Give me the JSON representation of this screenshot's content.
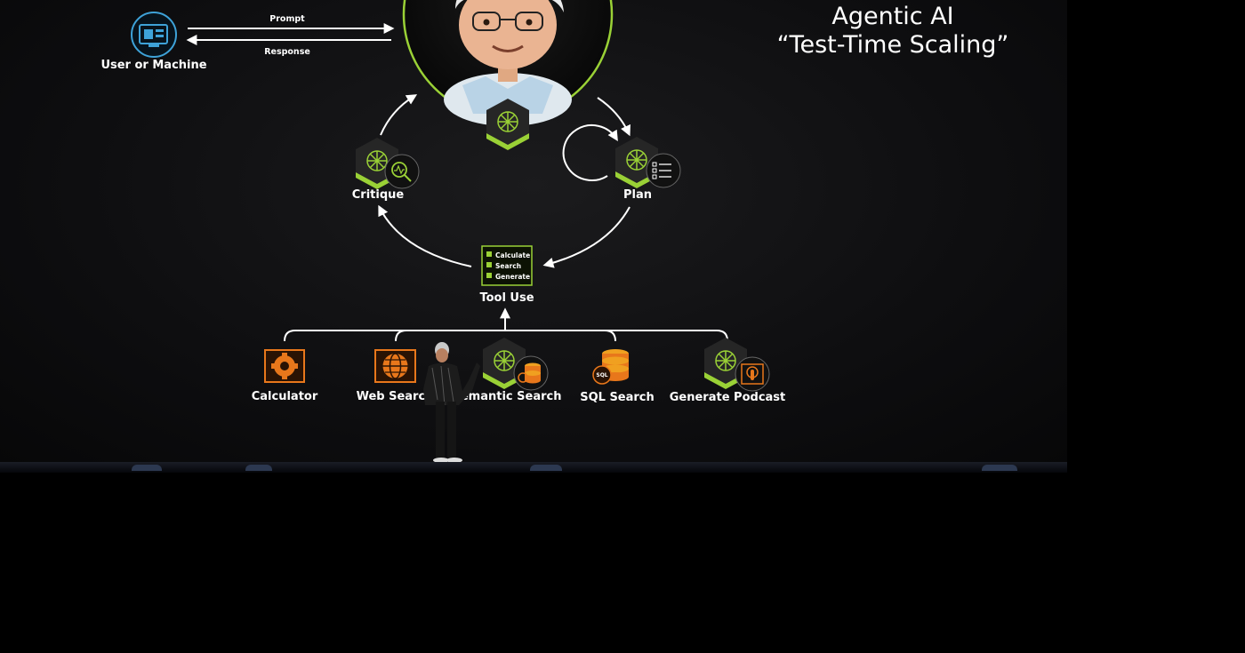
{
  "slide": {
    "title_line1": "Agentic AI",
    "title_line2": "“Test-Time Scaling”",
    "user": {
      "label": "User or Machine",
      "prompt": "Prompt",
      "response": "Response"
    },
    "nodes": {
      "critique": "Critique",
      "plan": "Plan",
      "tool_use": "Tool Use"
    },
    "tool_items": [
      "Calculate",
      "Search",
      "Generate"
    ],
    "tools": [
      {
        "label": "Calculator",
        "icon": "gear-icon"
      },
      {
        "label": "Web Search",
        "icon": "globe-icon"
      },
      {
        "label": "Semantic Search",
        "icon": "database-icon"
      },
      {
        "label": "SQL Search",
        "icon": "sql-database-icon"
      },
      {
        "label": "Generate Podcast",
        "icon": "podcast-icon"
      }
    ],
    "sql_badge": "SQL",
    "colors": {
      "accent_green": "#9ad136",
      "tool_orange": "#e8771b",
      "user_icon_blue": "#3ea2d8",
      "background": "#0b0b0c"
    }
  }
}
